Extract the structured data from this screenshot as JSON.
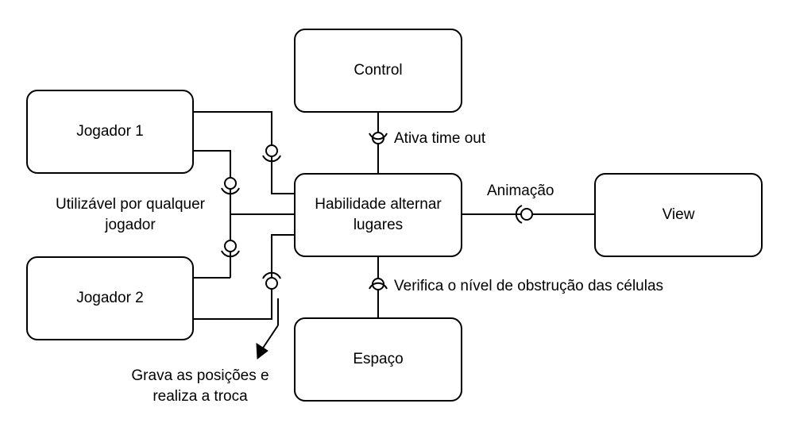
{
  "components": {
    "control": "Control",
    "jogador1": "Jogador 1",
    "jogador2": "Jogador 2",
    "habilidade_line1": "Habilidade alternar",
    "habilidade_line2": "lugares",
    "view": "View",
    "espaco": "Espaço"
  },
  "labels": {
    "ativa_time_out": "Ativa time out",
    "animacao": "Animação",
    "utilizavel_line1": "Utilizável por qualquer",
    "utilizavel_line2": "jogador",
    "verifica": "Verifica o nível de obstrução das células",
    "grava_line1": "Grava as posições e",
    "grava_line2": "realiza a troca"
  },
  "colors": {
    "stroke": "#000000",
    "background": "#ffffff"
  }
}
